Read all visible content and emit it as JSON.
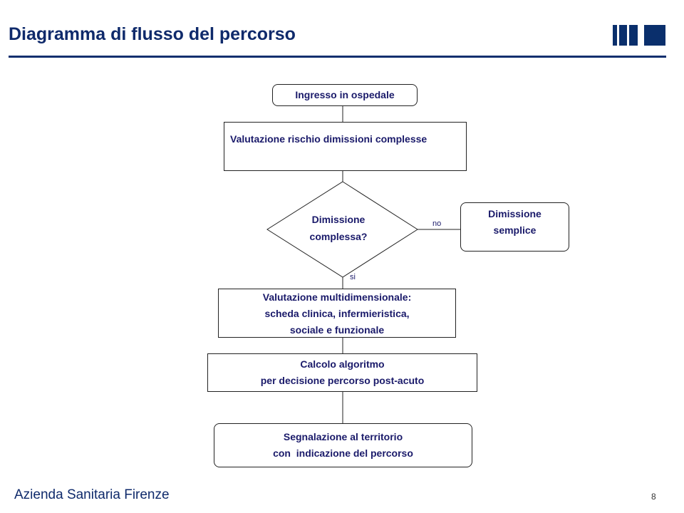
{
  "header": {
    "title": "Diagramma di flusso del percorso"
  },
  "flow": {
    "start": "Ingresso in ospedale",
    "risk": "Valutazione rischio dimissioni complesse",
    "decision_line1": "Dimissione",
    "decision_line2": "complessa?",
    "no_label": "no",
    "si_label": "si",
    "simple_line1": "Dimissione",
    "simple_line2": "semplice",
    "multi_line1": "Valutazione multidimensionale:",
    "multi_line2": "scheda clinica, infermieristica,",
    "multi_line3": "sociale e funzionale",
    "calc_line1": "Calcolo algoritmo",
    "calc_line2": "per decisione percorso post-acuto",
    "signal_line1": "Segnalazione al territorio",
    "signal_line2": "con  indicazione del percorso"
  },
  "footer": {
    "organization": "Azienda Sanitaria Firenze",
    "page_number": "8"
  },
  "colors": {
    "brand": "#0f2a6b",
    "text": "#1a1a6a"
  }
}
